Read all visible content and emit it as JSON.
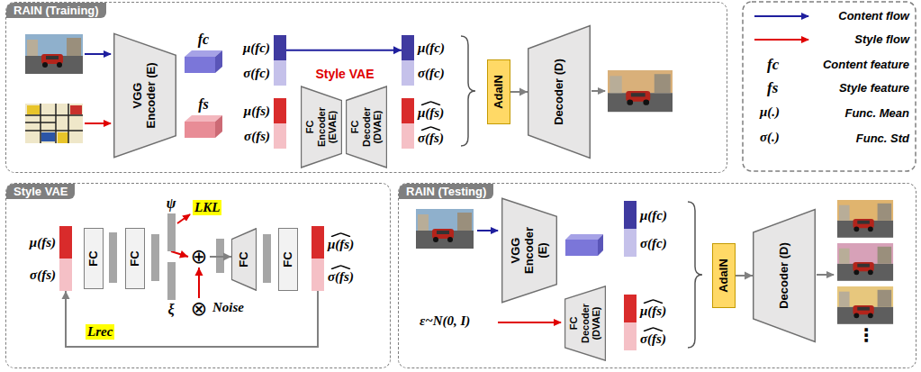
{
  "diagram": {
    "nodes": [
      {
        "text": [
          "RAIN (Training)"
        ]
      },
      {
        "text": [
          "VGG Encoder (E)"
        ],
        "in": 0
      },
      {
        "text": [
          "fc"
        ],
        "in": 0
      },
      {
        "text": [
          "fs"
        ],
        "in": 0
      },
      {
        "text": [
          "μ(fc)",
          "σ(fc)"
        ],
        "in": 0
      },
      {
        "text": [
          "μ(fs)",
          "σ(fs)"
        ],
        "in": 0
      },
      {
        "text": [
          "Style VAE"
        ],
        "in": 0
      },
      {
        "text": [
          "FC Encoder (EVAE)"
        ],
        "in": 6
      },
      {
        "text": [
          "FC Decoder (DVAE)"
        ],
        "in": 6
      },
      {
        "text": [
          "μ(fc)",
          "σ(fc)"
        ],
        "in": 0
      },
      {
        "text": [
          "μ(fs)",
          "σ(fs)"
        ],
        "in": 0
      },
      {
        "text": [
          "AdaIN"
        ],
        "in": 0
      },
      {
        "text": [
          "Decoder (D)"
        ],
        "in": 0
      },
      {
        "text": [
          "Style VAE"
        ]
      },
      {
        "text": [
          "μ(fs)",
          "σ(fs)"
        ],
        "in": 13
      },
      {
        "text": [
          "FC"
        ],
        "in": 13
      },
      {
        "text": [
          "FC"
        ],
        "in": 13
      },
      {
        "text": [
          "ψ"
        ],
        "in": 13
      },
      {
        "text": [
          "ξ"
        ],
        "in": 13
      },
      {
        "text": [
          "⊕"
        ],
        "in": 13
      },
      {
        "text": [
          "⊗"
        ],
        "in": 13
      },
      {
        "text": [
          "FC"
        ],
        "in": 13
      },
      {
        "text": [
          "FC"
        ],
        "in": 13
      },
      {
        "text": [
          "μ(fs)",
          "σ(fs)"
        ],
        "in": 13
      },
      {
        "text": [
          "RAIN (Testing)"
        ]
      },
      {
        "text": [
          "VGG Encoder (E)"
        ],
        "in": 24
      },
      {
        "text": [
          "μ(fc)",
          "σ(fc)"
        ],
        "in": 24
      },
      {
        "text": [
          "FC Decoder (DVAE)"
        ],
        "in": 24
      },
      {
        "text": [
          "μ(fs)",
          "σ(fs)"
        ],
        "in": 24
      },
      {
        "text": [
          "AdaIN"
        ],
        "in": 24
      },
      {
        "text": [
          "Decoder (D)"
        ],
        "in": 24
      }
    ],
    "edges": [
      {
        "from": 4,
        "to": 9,
        "arrow": "to"
      },
      {
        "from": 11,
        "to": 12,
        "arrow": "to"
      },
      {
        "from": 17,
        "to": 19,
        "arrow": "to"
      },
      {
        "from": 20,
        "to": 19,
        "arrow": "to"
      },
      {
        "from": 19,
        "to": 21,
        "arrow": "to"
      },
      {
        "from": 23,
        "to": 14,
        "arrow": "to",
        "label": "Lrec"
      },
      {
        "from": 29,
        "to": 30,
        "arrow": "to"
      }
    ],
    "labels": [
      "LKL",
      "Noise",
      "ε~N(0, I)",
      "⋮",
      "fc",
      "fs",
      "μ(.)",
      "σ(.)"
    ],
    "legend": [
      {
        "text": "Content flow"
      },
      {
        "text": "Style flow"
      },
      {
        "text": "Content feature"
      },
      {
        "text": "Style feature"
      },
      {
        "text": "Func. Mean"
      },
      {
        "text": "Func. Std"
      }
    ]
  }
}
